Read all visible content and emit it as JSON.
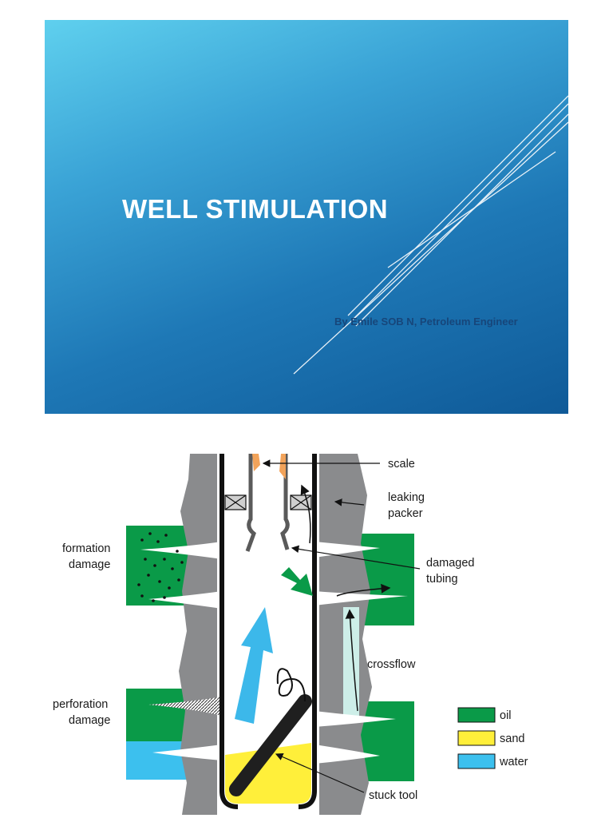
{
  "slide": {
    "title": "WELL STIMULATION",
    "author": "By Emile SOB N, Petroleum Engineer"
  },
  "diagram": {
    "labels": {
      "scale": "scale",
      "leaking_1": "leaking",
      "leaking_2": "packer",
      "damaged_1": "damaged",
      "damaged_2": "tubing",
      "formation_1": "formation",
      "formation_2": "damage",
      "crossflow": "crossflow",
      "perforation_1": "perforation",
      "perforation_2": "damage",
      "stuck_tool": "stuck tool"
    },
    "legend": [
      {
        "label": "oil",
        "color": "#0a9a48"
      },
      {
        "label": "sand",
        "color": "#ffef3a"
      },
      {
        "label": "water",
        "color": "#3cc0ee"
      }
    ],
    "colors": {
      "rock": "#8a8b8d",
      "casing": "#111111",
      "scale": "#f2a35a",
      "arrow_blue": "#3cb8ea",
      "arrow_green": "#0a9a48"
    }
  }
}
